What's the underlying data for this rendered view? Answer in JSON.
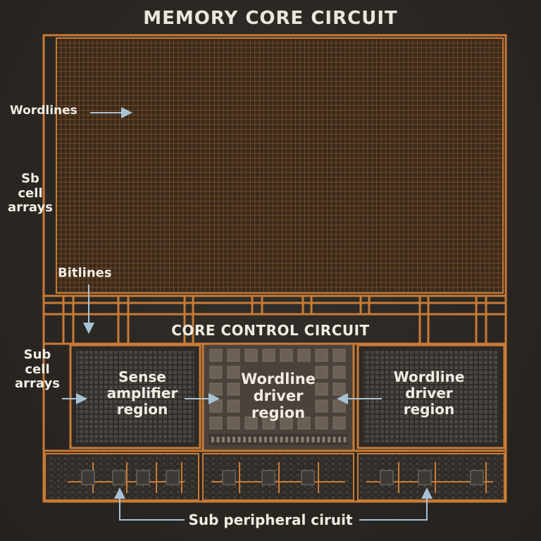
{
  "title": "MEMORY CORE CIRCUIT",
  "labels": {
    "wordlines": "Wordlines",
    "sb_cell_arrays": [
      "Sb",
      "cell",
      "arrays"
    ],
    "bitlines": "Bitlines",
    "core_control": "CORE CONTROL CIRCUIT",
    "sub_cell_arrays": [
      "Sub",
      "cell",
      "arrays"
    ],
    "sense_amp": [
      "Sense",
      "amplifier",
      "region"
    ],
    "wordline_driver_center": [
      "Wordline",
      "driver",
      "region"
    ],
    "wordline_driver_right": [
      "Wordline",
      "driver",
      "region"
    ],
    "sub_peripheral": "Sub peripheral ciruit"
  },
  "colors": {
    "copper": "#c97b35",
    "grid_line": "#9a5f2c",
    "arrow": "#a9c3d6",
    "background": "#2b2824",
    "text": "#f2ece2"
  }
}
